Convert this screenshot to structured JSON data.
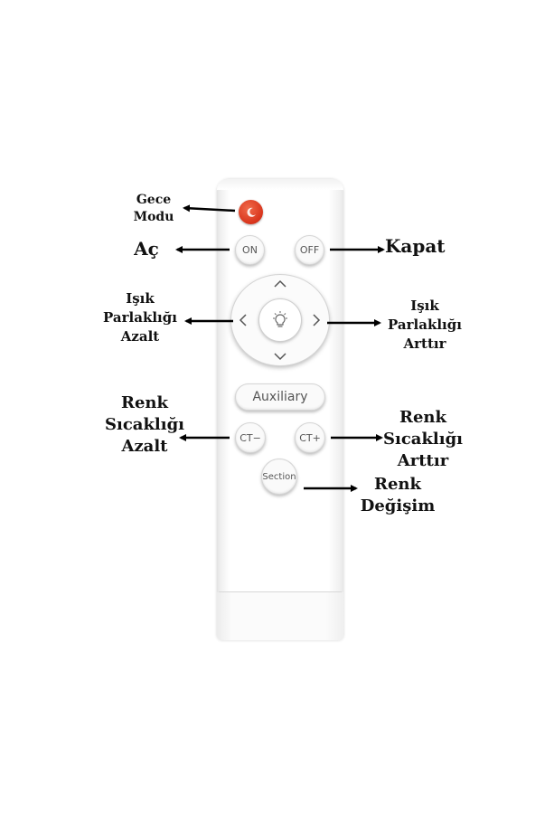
{
  "remote": {
    "buttons": {
      "on": "ON",
      "off": "OFF",
      "auxiliary": "Auxiliary",
      "ct_minus": "CT−",
      "ct_plus": "CT+",
      "section": "Section"
    }
  },
  "labels": {
    "night_mode": [
      "Gece",
      "Modu"
    ],
    "on": "Aç",
    "off": "Kapat",
    "brightness_down": [
      "Işık",
      "Parlaklığı",
      "Azalt"
    ],
    "brightness_up": [
      "Işık",
      "Parlaklığı",
      "Arttır"
    ],
    "color_temp_down": [
      "Renk",
      "Sıcaklığı",
      "Azalt"
    ],
    "color_temp_up": [
      "Renk",
      "Sıcaklığı",
      "Arttır"
    ],
    "color_change": [
      "Renk",
      "Değişim"
    ]
  },
  "colors": {
    "night_button": "#d8341c",
    "label_text": "#111111",
    "arrow": "#000000"
  },
  "icons": {
    "night": "crescent-moon-icon",
    "dpad_center": "lightbulb-icon",
    "dpad": [
      "chevron-up-icon",
      "chevron-down-icon",
      "chevron-left-icon",
      "chevron-right-icon"
    ]
  }
}
